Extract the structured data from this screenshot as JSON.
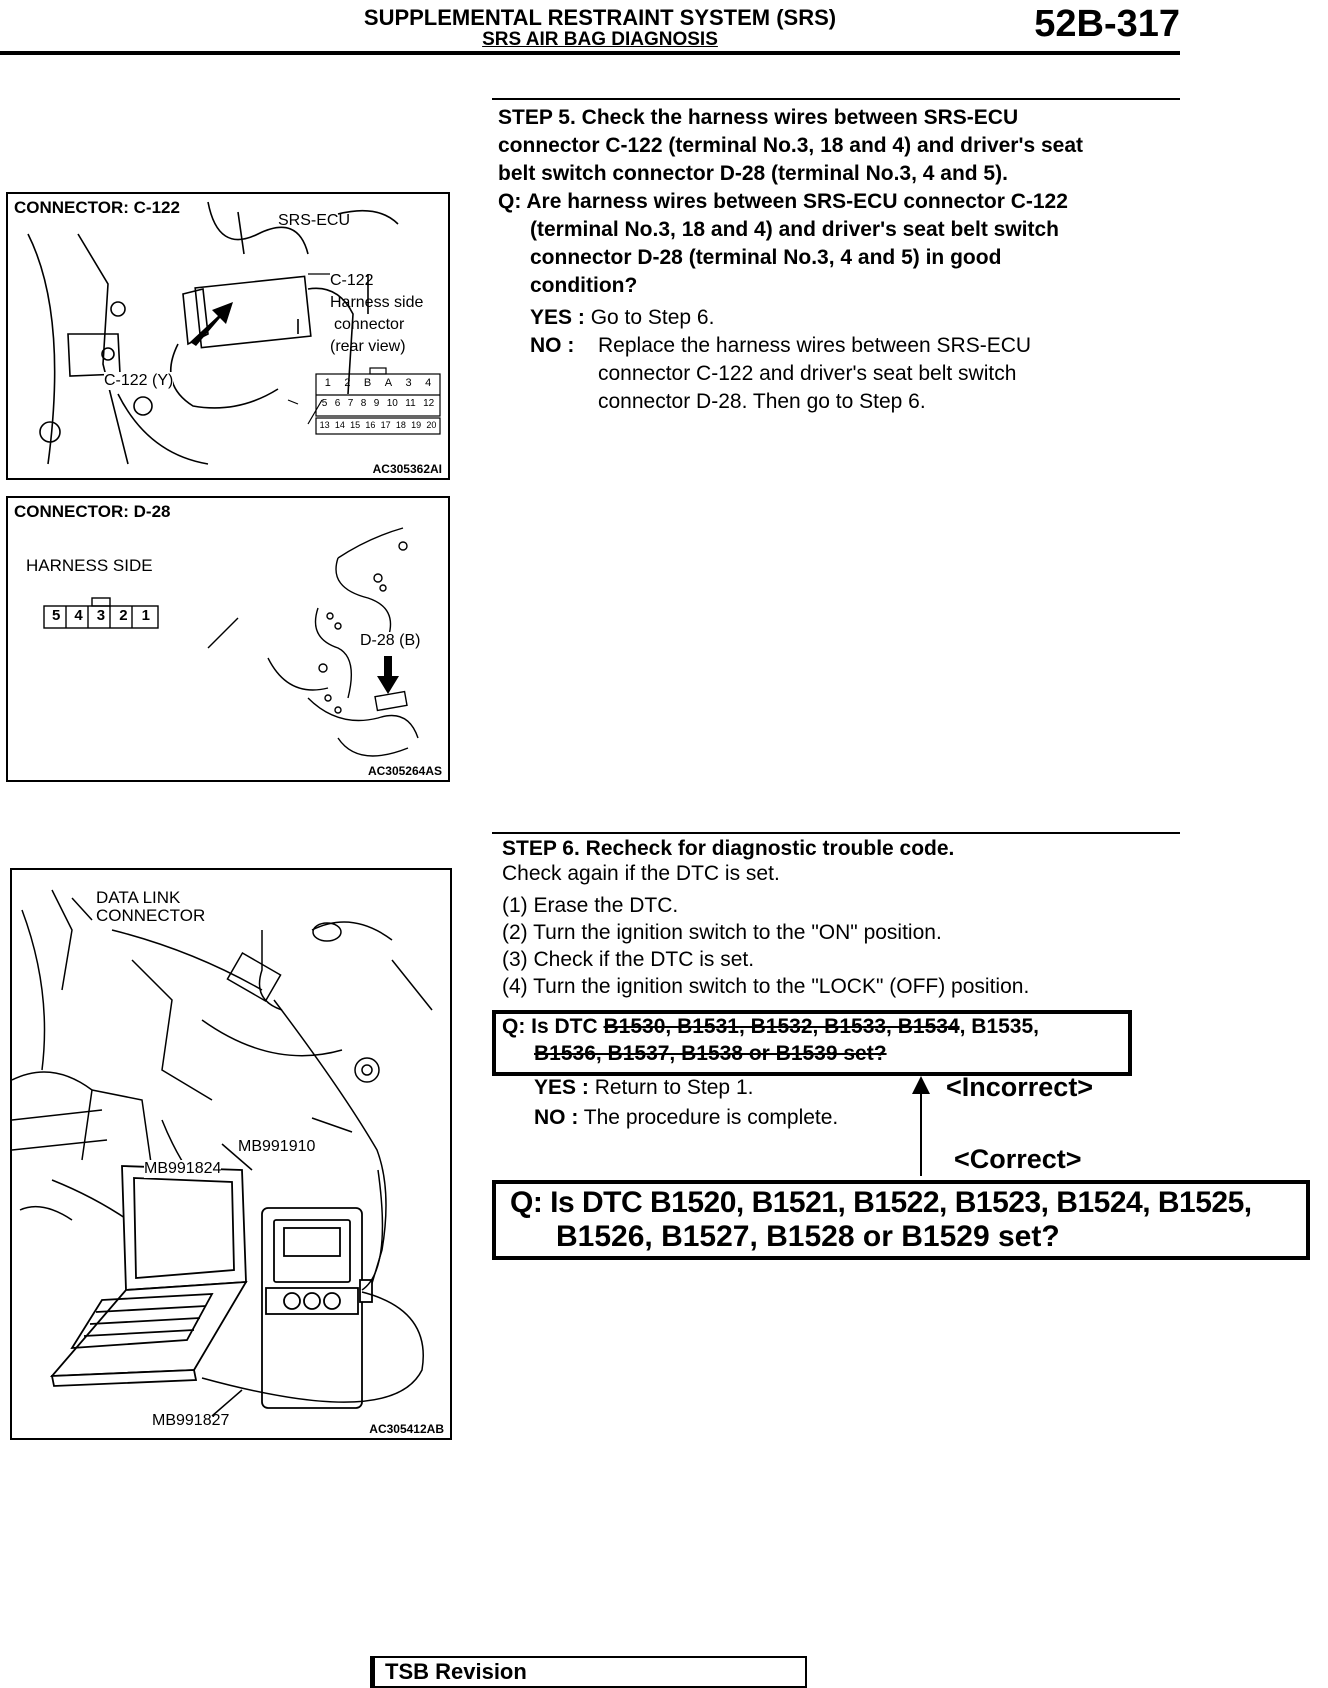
{
  "header": {
    "title": "SUPPLEMENTAL RESTRAINT SYSTEM (SRS)",
    "subtitle": "SRS AIR BAG DIAGNOSIS",
    "page_number": "52B-317"
  },
  "figure1": {
    "label": "CONNECTOR: C-122",
    "callout_ecu": "SRS-ECU",
    "callout_c122": "C-122",
    "callout_harness": "Harness side",
    "callout_connector": "connector",
    "callout_rear": "(rear view)",
    "callout_c122y": "C-122 (Y)",
    "pins_row1": [
      "1",
      "2",
      "B",
      "A",
      "3",
      "4"
    ],
    "pins_row2": [
      "5",
      "6",
      "7",
      "8",
      "9",
      "10",
      "11",
      "12"
    ],
    "pins_row3": [
      "13",
      "14",
      "15",
      "16",
      "17",
      "18",
      "19",
      "20"
    ],
    "code": "AC305362AI"
  },
  "figure2": {
    "label": "CONNECTOR: D-28",
    "harness_side": "HARNESS SIDE",
    "pins": [
      "5",
      "4",
      "3",
      "2",
      "1"
    ],
    "callout_d28": "D-28 (B)",
    "code": "AC305264AS"
  },
  "figure3": {
    "data_link": "DATA LINK",
    "connector": "CONNECTOR",
    "mb991910": "MB991910",
    "mb991824": "MB991824",
    "mb991827": "MB991827",
    "code": "AC305412AB"
  },
  "step5": {
    "heading_l1": "STEP 5. Check the harness wires between SRS-ECU",
    "heading_l2": "connector C-122 (terminal No.3, 18 and 4) and driver's seat",
    "heading_l3": "belt switch connector D-28 (terminal No.3, 4 and 5).",
    "q_l1": "Q: Are harness wires between SRS-ECU connector C-122",
    "q_l2": "(terminal No.3, 18 and 4)  and driver's seat belt switch",
    "q_l3": "connector D-28 (terminal No.3, 4 and 5) in good",
    "q_l4": "condition?",
    "yes_label": "YES :",
    "yes_text": "Go to Step 6.",
    "no_label": "NO :",
    "no_l1": "Replace the harness wires between SRS-ECU",
    "no_l2": "connector C-122 and driver's seat belt switch",
    "no_l3": "connector D-28. Then go to Step 6."
  },
  "step6": {
    "heading": "STEP 6. Recheck for diagnostic trouble code.",
    "intro": "Check again if the DTC is set.",
    "items": [
      "(1) Erase the DTC.",
      "(2) Turn the ignition switch to the \"ON\" position.",
      "(3) Check if the DTC is set.",
      "(4) Turn the ignition switch to the \"LOCK\" (OFF) position."
    ],
    "old_q_prefix": "Q: Is DTC ",
    "old_q_strike1": "B1530, B1531, B1532, B1533, B1534",
    "old_q_rest1": ", B1535,",
    "old_q_line2": "B1536, B1537, B1538 or B1539 set?",
    "yes_label": "YES :",
    "yes_text": "Return to Step 1.",
    "no_label": "NO :",
    "no_text": "The procedure is complete.",
    "incorrect": "<Incorrect>",
    "correct": "<Correct>",
    "new_q_l1": "Q:  Is DTC B1520, B1521, B1522, B1523, B1524, B1525,",
    "new_q_l2": "B1526,  B1527,  B1528  or  B1529  set?"
  },
  "footer": {
    "tsb": "TSB Revision"
  }
}
